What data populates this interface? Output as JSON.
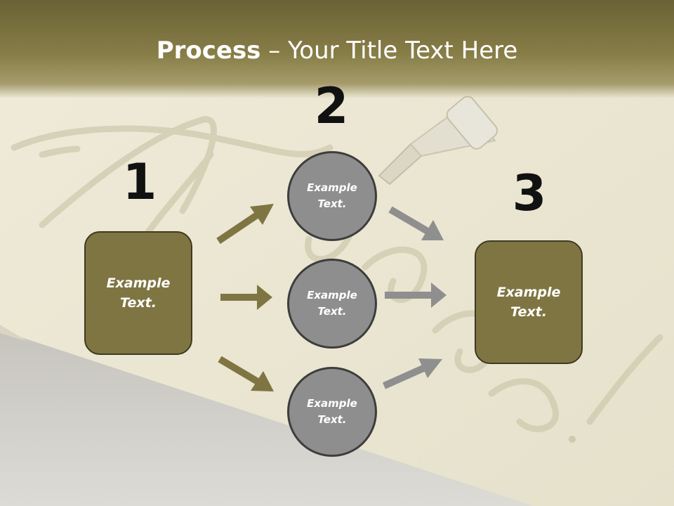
{
  "slide": {
    "title_bold": "Process",
    "title_rest": " – Your Title Text Here"
  },
  "steps": [
    {
      "number": "1",
      "label": "Example\nText."
    },
    {
      "number": "2",
      "label": ""
    },
    {
      "number": "3",
      "label": "Example\nText."
    }
  ],
  "middle": [
    {
      "label": "Example\nText."
    },
    {
      "label": "Example\nText."
    },
    {
      "label": "Example\nText."
    }
  ],
  "colors": {
    "accent": "#7f7543",
    "circle": "#8e8e8e",
    "arrow_in": "#7f7543",
    "arrow_out": "#8f8f8f",
    "title_bar": "#6a6236"
  }
}
